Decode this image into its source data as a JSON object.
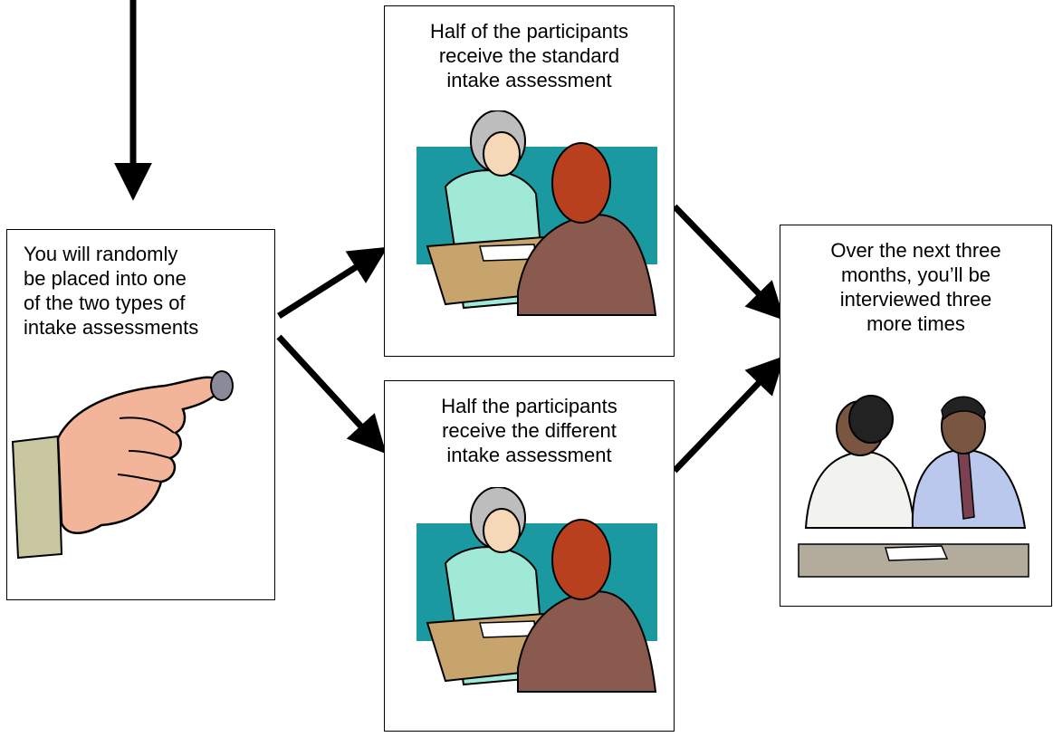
{
  "diagram": {
    "colors": {
      "line": "#000000",
      "box_fill": "#ffffff",
      "teal": "#1a9aa0",
      "skin": "#f4d8b8",
      "hand": "#f2b59a",
      "interviewer_hair": "#bdbdbd",
      "interviewer_blouse": "#9fe9d6",
      "participant_hair": "#b8401f",
      "participant_coat": "#8a5a4f",
      "desk": "#c7a46b",
      "sleeve": "#c8c7a0",
      "shirt_white": "#f2f2ee",
      "shirt_blue": "#b9c8ec",
      "tie": "#7a4150",
      "table": "#b3ab9c",
      "coin": "#8a8a9a"
    },
    "nodes": {
      "start": {
        "text": "You will randomly\nbe placed into one\nof the two types of\nintake assessments",
        "icon": "hand-flipping-coin-icon"
      },
      "standard": {
        "text": "Half of the participants\nreceive the standard\nintake assessment",
        "icon": "interview-scene-icon"
      },
      "different": {
        "text": "Half the participants\nreceive the different\nintake assessment",
        "icon": "interview-scene-icon"
      },
      "followup": {
        "text": "Over the next three\nmonths, you’ll be\ninterviewed three\nmore times",
        "icon": "two-people-meeting-icon"
      }
    },
    "edges": [
      {
        "from": "entry",
        "to": "start"
      },
      {
        "from": "start",
        "to": "standard"
      },
      {
        "from": "start",
        "to": "different"
      },
      {
        "from": "standard",
        "to": "followup"
      },
      {
        "from": "different",
        "to": "followup"
      }
    ]
  }
}
